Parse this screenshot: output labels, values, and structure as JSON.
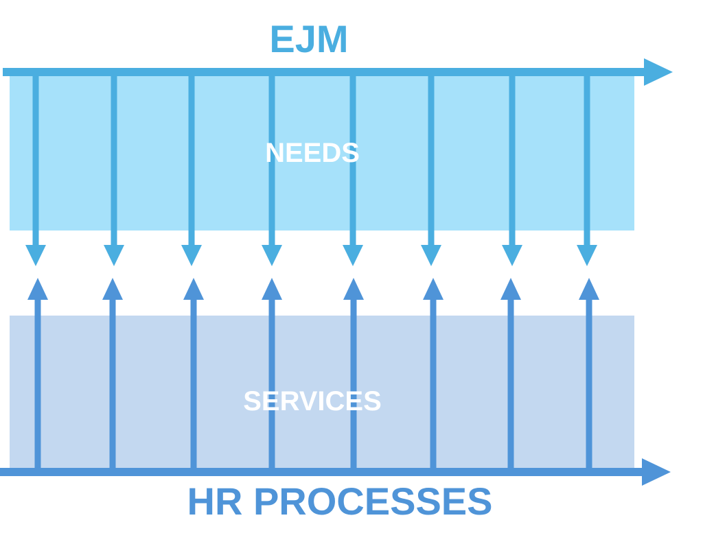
{
  "top_axis": {
    "label": "EJM",
    "color": "#4aaee0"
  },
  "needs_band": {
    "label": "NEEDS",
    "color": "#a6e1fa"
  },
  "services_band": {
    "label": "SERVICES",
    "color": "#c3d8f0"
  },
  "bottom_axis": {
    "label": "HR PROCESSES",
    "color": "#4f94d8"
  },
  "arrow_pairs": 8
}
